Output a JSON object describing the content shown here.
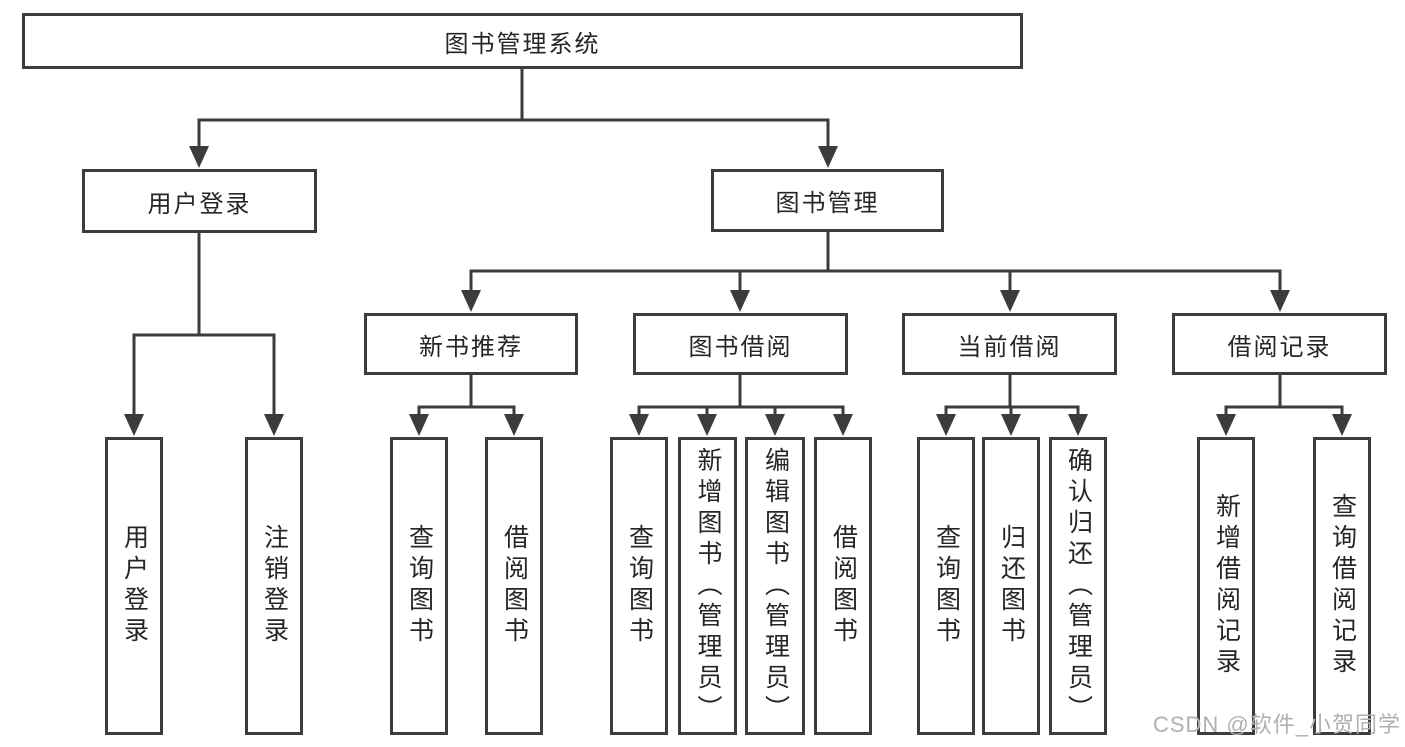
{
  "colors": {
    "line": "#3c3c3c",
    "text": "#262626",
    "watermark": "#b0b0b0",
    "bg": "#ffffff"
  },
  "root": {
    "label": "图书管理系统"
  },
  "branches": {
    "user_login": {
      "label": "用户登录",
      "children": {
        "login": "用户登录",
        "logout": "注销登录"
      }
    },
    "book_mgmt": {
      "label": "图书管理",
      "children": {
        "new_books": {
          "label": "新书推荐",
          "children": {
            "query": "查询图书",
            "borrow": "借阅图书"
          }
        },
        "borrowing": {
          "label": "图书借阅",
          "children": {
            "query": "查询图书",
            "add": "新增图书（管理员）",
            "edit": "编辑图书（管理员）",
            "borrow": "借阅图书"
          }
        },
        "current": {
          "label": "当前借阅",
          "children": {
            "query": "查询图书",
            "return": "归还图书",
            "confirm": "确认归还（管理员）"
          }
        },
        "records": {
          "label": "借阅记录",
          "children": {
            "add": "新增借阅记录",
            "query": "查询借阅记录"
          }
        }
      }
    }
  },
  "watermark": "CSDN @软件_小贺同学"
}
